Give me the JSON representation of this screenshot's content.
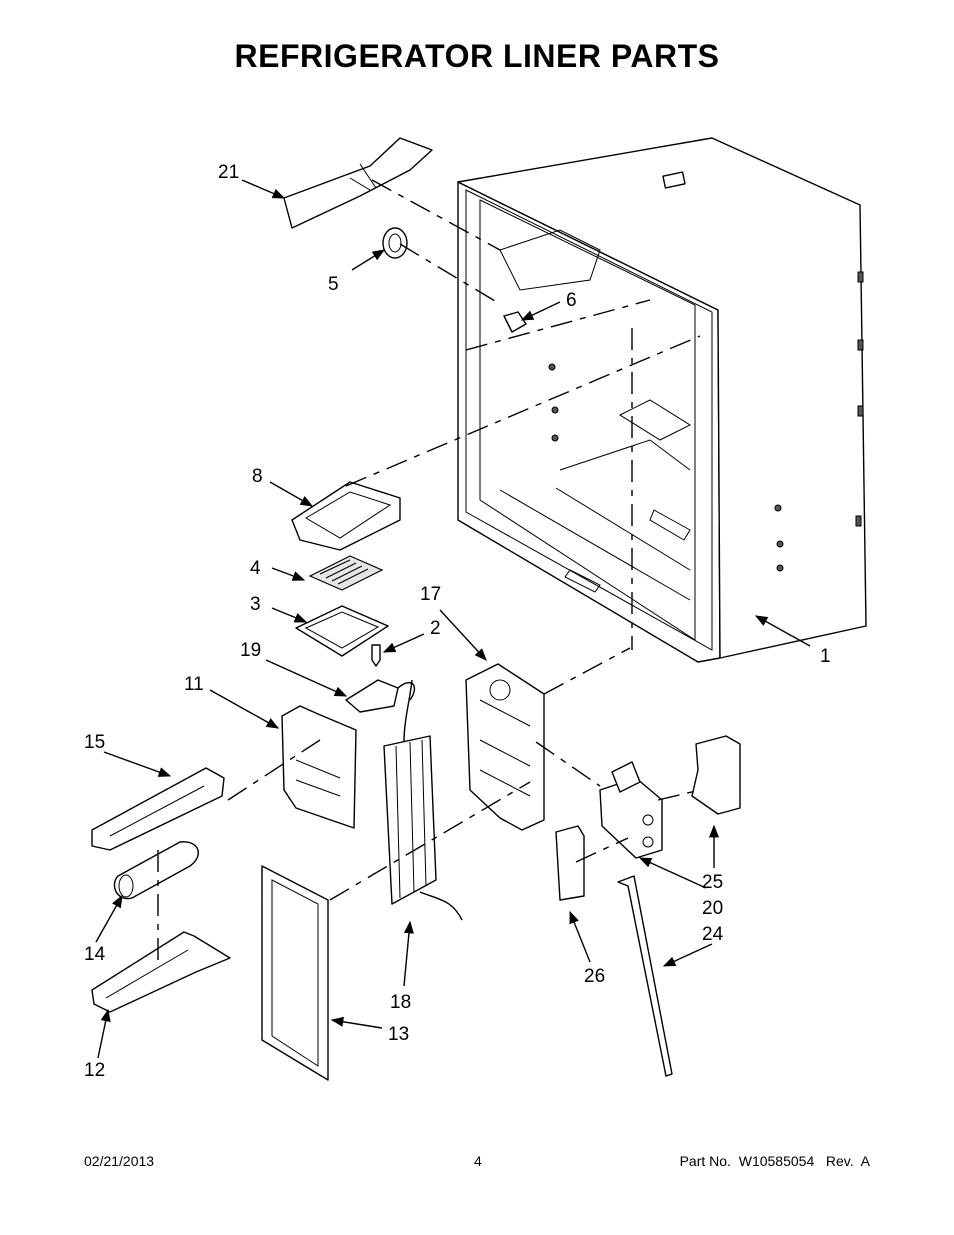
{
  "title": "REFRIGERATOR LINER PARTS",
  "callouts": {
    "c1": "1",
    "c2": "2",
    "c3": "3",
    "c4": "4",
    "c5": "5",
    "c6": "6",
    "c8": "8",
    "c11": "11",
    "c12": "12",
    "c13": "13",
    "c14": "14",
    "c15": "15",
    "c17": "17",
    "c18": "18",
    "c19": "19",
    "c20": "20",
    "c21": "21",
    "c24": "24",
    "c25": "25",
    "c26": "26"
  },
  "footer": {
    "date": "02/21/2013",
    "page": "4",
    "part_no": "Part No.  W10585054   Rev.  A"
  }
}
